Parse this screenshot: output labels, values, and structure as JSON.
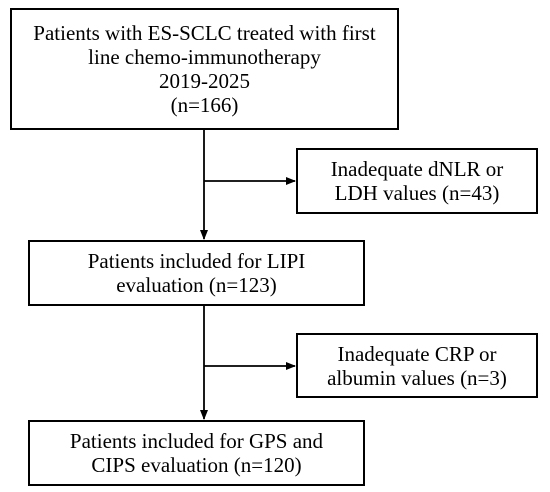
{
  "flowchart": {
    "start": {
      "lines": [
        "Patients with ES-SCLC treated with first",
        "line chemo-immunotherapy",
        "2019-2025",
        "(n=166)"
      ]
    },
    "exclusion_1": {
      "lines": [
        "Inadequate dNLR or",
        "LDH values (n=43)"
      ]
    },
    "lipi": {
      "lines": [
        "Patients included for LIPI",
        "evaluation (n=123)"
      ]
    },
    "exclusion_2": {
      "lines": [
        "Inadequate CRP or",
        "albumin values (n=3)"
      ]
    },
    "gps_cips": {
      "lines": [
        "Patients included for GPS and",
        "CIPS evaluation (n=120)"
      ]
    }
  },
  "colors": {
    "line": "#000000",
    "box_border": "#000000",
    "background": "#ffffff"
  }
}
